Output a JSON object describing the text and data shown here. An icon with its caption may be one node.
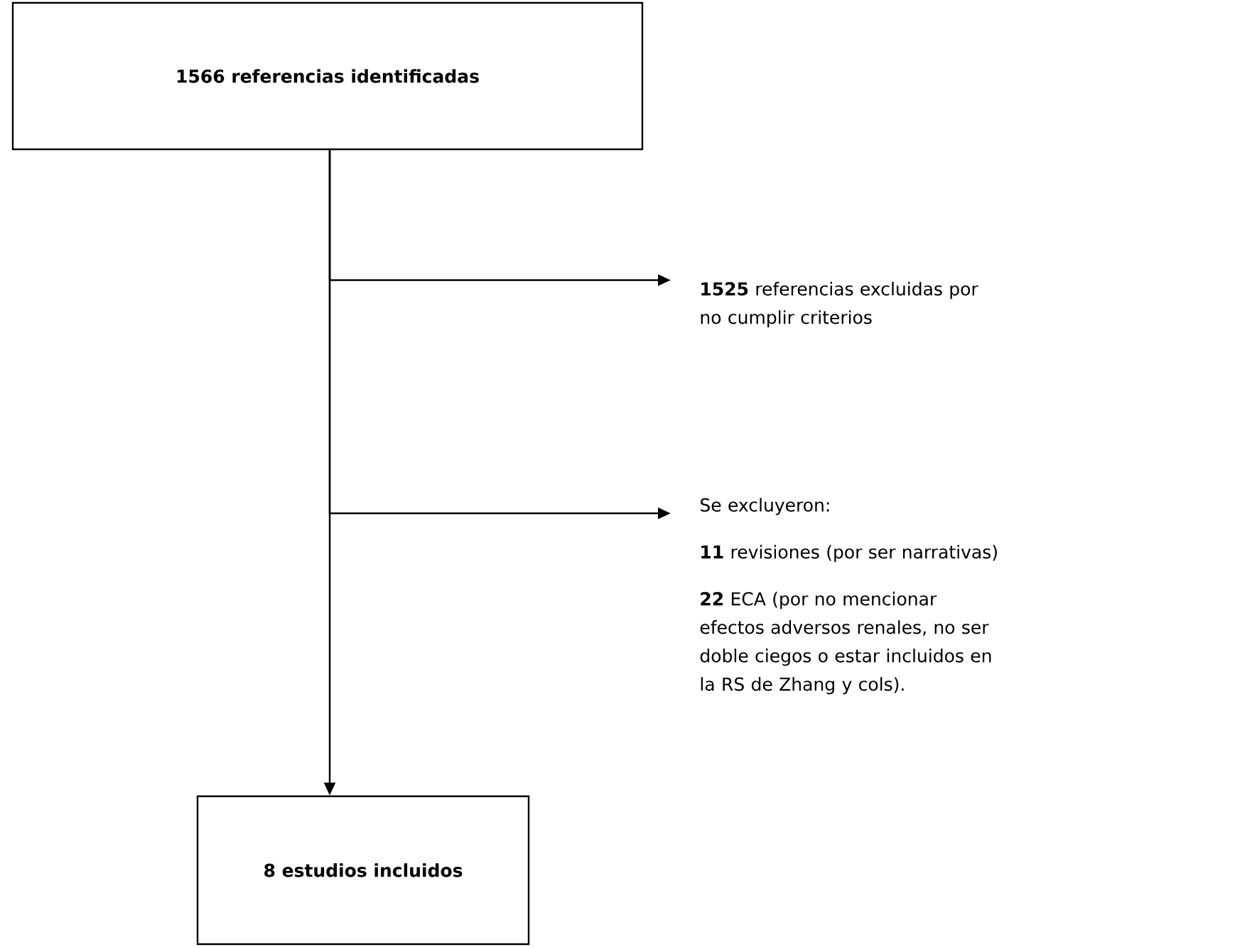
{
  "diagram": {
    "nodes": [
      {
        "text": [
          "1566 referencias identificadas"
        ]
      },
      {
        "text": [
          "8 estudios incluidos"
        ]
      },
      {
        "text": [
          "**1525** referencias excluidas por no cumplir criterios"
        ]
      },
      {
        "text": [
          "Se excluyeron:",
          "**11** revisiones (por ser narrativas)",
          "**22** ECA (por no mencionar efectos adversos renales, no ser doble ciegos o estar incluidos en la RS de Zhang y cols)."
        ]
      }
    ],
    "edges": [
      {
        "from": 0,
        "to": 1,
        "arrow": "to"
      },
      {
        "from": 0,
        "to": 2,
        "arrow": "to"
      },
      {
        "from": 0,
        "to": 3,
        "arrow": "to"
      }
    ]
  }
}
